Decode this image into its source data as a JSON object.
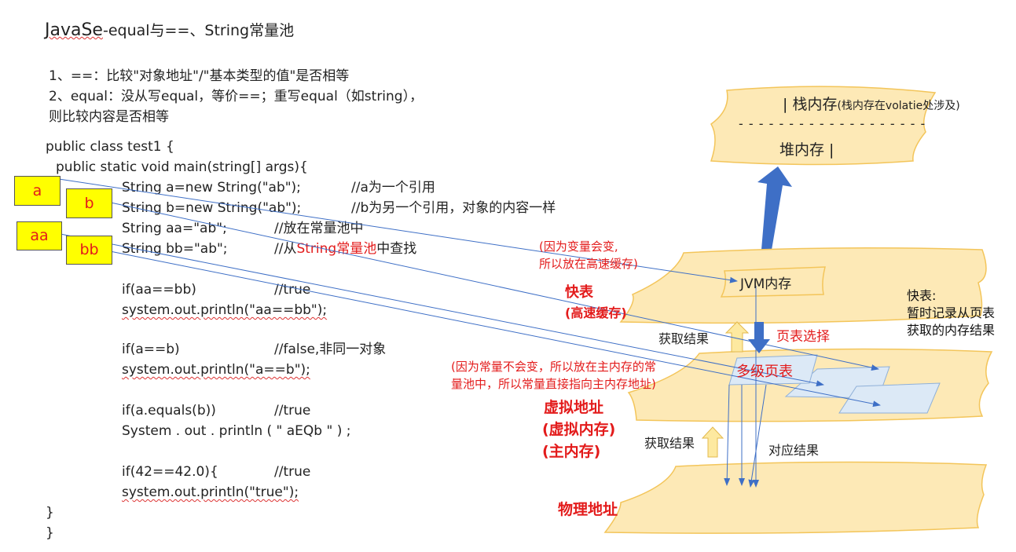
{
  "title": {
    "prefix": "JavaSe",
    "rest": "-equal与==、String常量池"
  },
  "rules": [
    "1、==：比较\"对象地址\"/\"基本类型的值\"是否相等",
    "2、equal：没从写equal，等价==；重写equal（如string），",
    "则比较内容是否相等"
  ],
  "code": {
    "class_decl": "public class test1 {",
    "main_decl": "public static void main(string[] args){",
    "line_a": "String a=new String(\"ab\");",
    "comment_a": "//a为一个引用",
    "line_b": "String b=new String(\"ab\");",
    "comment_b": "//b为另一个引用，对象的内容一样",
    "line_aa": "String aa=\"ab\";",
    "comment_aa": "//放在常量池中",
    "line_bb": "String bb=\"ab\";",
    "comment_bb_prefix": "//从",
    "comment_bb_red": "String常量池",
    "comment_bb_suffix": "中查找",
    "if1": "if(aa==bb)",
    "if1_comment": "//true",
    "print1": "system.out.println(\"aa==bb\");",
    "if2": "if(a==b)",
    "if2_comment": "//false,非同一对象",
    "print2": "system.out.println(\"a==b\");",
    "if3": "if(a.equals(b))",
    "if3_comment": "//true",
    "print3": "System . out . println ( \" aEQb \" ) ;",
    "if4": "if(42==42.0){",
    "if4_comment": "//true",
    "print4": "system.out.println(\"true\");",
    "close1": "}",
    "close2": "}"
  },
  "ref_boxes": {
    "a": "a",
    "b": "b",
    "aa": "aa",
    "bb": "bb"
  },
  "diagram": {
    "stack_heap_top": "|   栈内存",
    "stack_heap_note": "(栈内存在volatie处涉及)",
    "dashes": "- - - - - - - - - - - - - - - - - - -",
    "heap": "堆内存    |",
    "jvm_memory": "JVM内存",
    "note_cache_1": "(因为变量会变,",
    "note_cache_2": "所以放在高速缓存)",
    "tlb": "快表",
    "tlb_sub": "(高速缓存)",
    "tlb_desc_1": "快表:",
    "tlb_desc_2": "暂时记录从页表",
    "tlb_desc_3": "获取的内存结果",
    "get_result_1": "获取结果",
    "page_select": "页表选择",
    "multi_page_table": "多级页表",
    "note_const_1": "(因为常量不会变，所以放在主内存的常",
    "note_const_2": "量池中，所以常量直接指向主内存地址)",
    "virtual_addr": "虚拟地址",
    "virtual_mem": "(虚拟内存)",
    "main_mem": "(主内存)",
    "get_result_2": "获取结果",
    "corresponding_result": "对应结果",
    "physical_addr": "物理地址"
  },
  "colors": {
    "layer_fill": "#fde9b6",
    "layer_stroke": "#f3c55a",
    "box_fill": "#dce9f6",
    "arrow_blue": "#3e6fc6",
    "yellow_arrow": "#fde9a0",
    "red": "#e31b1b",
    "ref_box": "#ffff00"
  }
}
